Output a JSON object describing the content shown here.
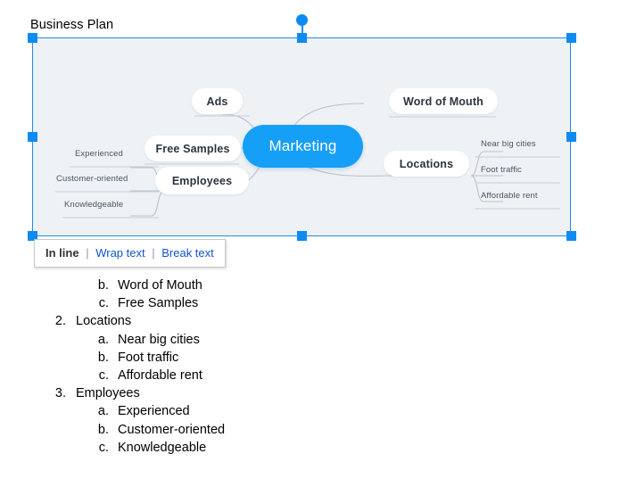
{
  "document": {
    "caption": "Business Plan"
  },
  "image": {
    "selected": true,
    "frame_color": "#1a8cf0",
    "canvas_color": "#eef2f5",
    "handles": [
      "top-left",
      "top-center",
      "top-right",
      "mid-left",
      "mid-right",
      "bottom-left",
      "bottom-center",
      "bottom-right"
    ],
    "rotation_handle": "rotate-handle"
  },
  "mindmap": {
    "center": {
      "label": "Marketing",
      "color": "#159ff7",
      "text_color": "#ffffff"
    },
    "branches": [
      {
        "label": "Ads",
        "side": "left",
        "children": []
      },
      {
        "label": "Word of Mouth",
        "side": "right",
        "children": []
      },
      {
        "label": "Free Samples",
        "side": "left",
        "children": []
      },
      {
        "label": "Locations",
        "side": "right",
        "children": [
          "Near big cities",
          "Foot traffic",
          "Affordable rent"
        ]
      },
      {
        "label": "Employees",
        "side": "left",
        "children": [
          "Experienced",
          "Customer-oriented",
          "Knowledgeable"
        ]
      }
    ],
    "leaves": {
      "near_big_cities": "Near big cities",
      "foot_traffic": "Foot traffic",
      "affordable_rent": "Affordable rent",
      "experienced": "Experienced",
      "customer_oriented": "Customer-oriented",
      "knowledgeable": "Knowledgeable"
    }
  },
  "popup": {
    "in_line": "In line",
    "sep1": "|",
    "wrap_text": "Wrap text",
    "sep2": "|",
    "break_text": "Break text",
    "active": "In line",
    "link_color": "#1155cc"
  },
  "outline": {
    "items": [
      {
        "marker": "b.",
        "text": "Word of Mouth",
        "level": 2
      },
      {
        "marker": "c.",
        "text": "Free Samples",
        "level": 2
      },
      {
        "marker": "2.",
        "text": "Locations",
        "level": 1
      },
      {
        "marker": "a.",
        "text": "Near big cities",
        "level": 2
      },
      {
        "marker": "b.",
        "text": "Foot traffic",
        "level": 2
      },
      {
        "marker": "c.",
        "text": "Affordable rent",
        "level": 2
      },
      {
        "marker": "3.",
        "text": "Employees",
        "level": 1
      },
      {
        "marker": "a.",
        "text": "Experienced",
        "level": 2
      },
      {
        "marker": "b.",
        "text": "Customer-oriented",
        "level": 2
      },
      {
        "marker": "c.",
        "text": "Knowledgeable",
        "level": 2
      }
    ]
  }
}
